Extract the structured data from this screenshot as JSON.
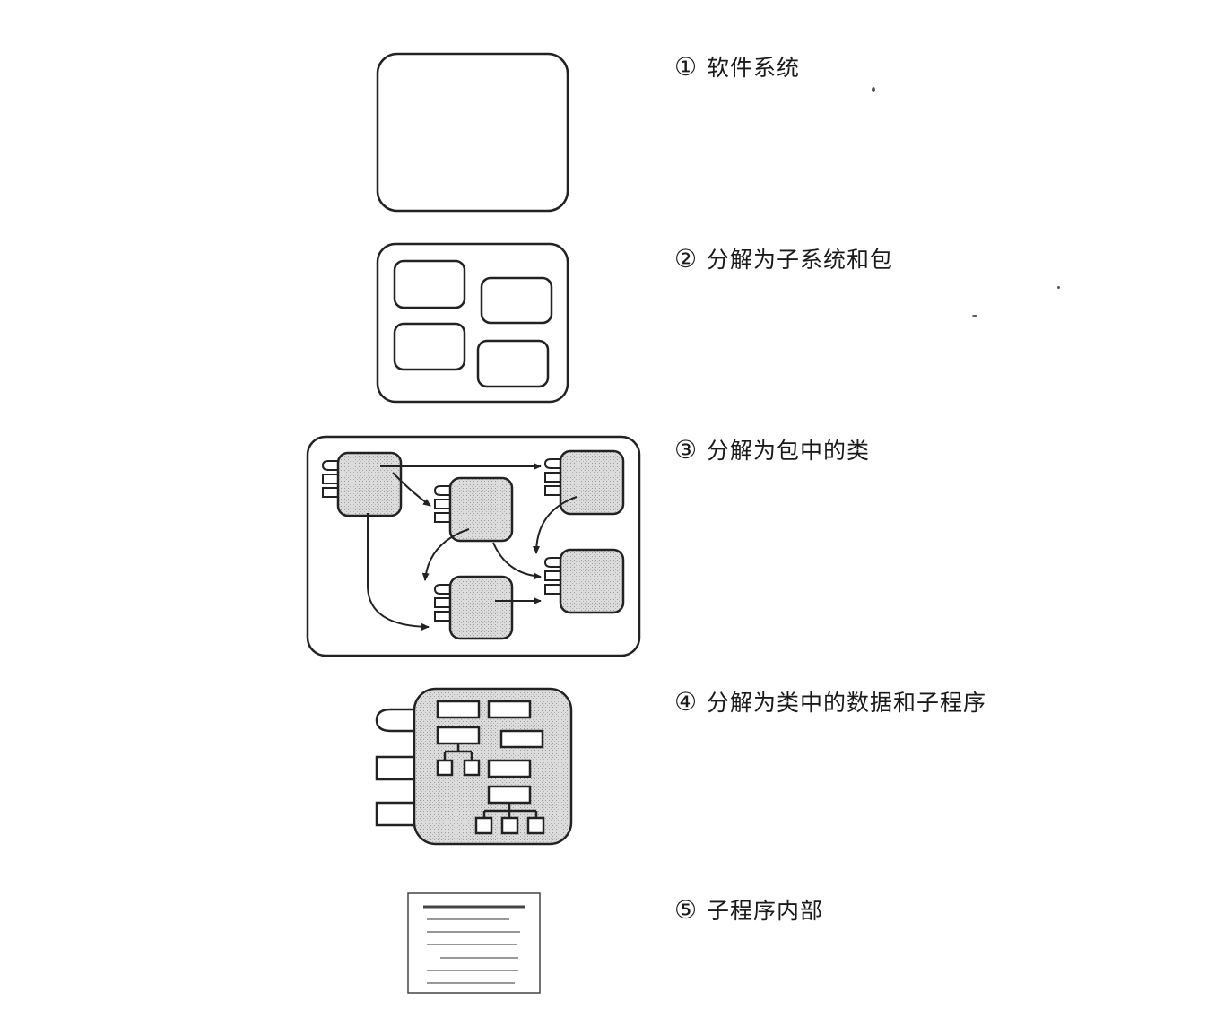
{
  "steps": [
    {
      "number": "①",
      "text": "软件系统"
    },
    {
      "number": "②",
      "text": "分解为子系统和包"
    },
    {
      "number": "③",
      "text": "分解为包中的类"
    },
    {
      "number": "④",
      "text": "分解为类中的数据和子程序"
    },
    {
      "number": "⑤",
      "text": "子程序内部"
    }
  ],
  "colors": {
    "stroke": "#222222",
    "shade": "#d6d6d6",
    "paper": "#ffffff",
    "text_line": "#777777"
  }
}
